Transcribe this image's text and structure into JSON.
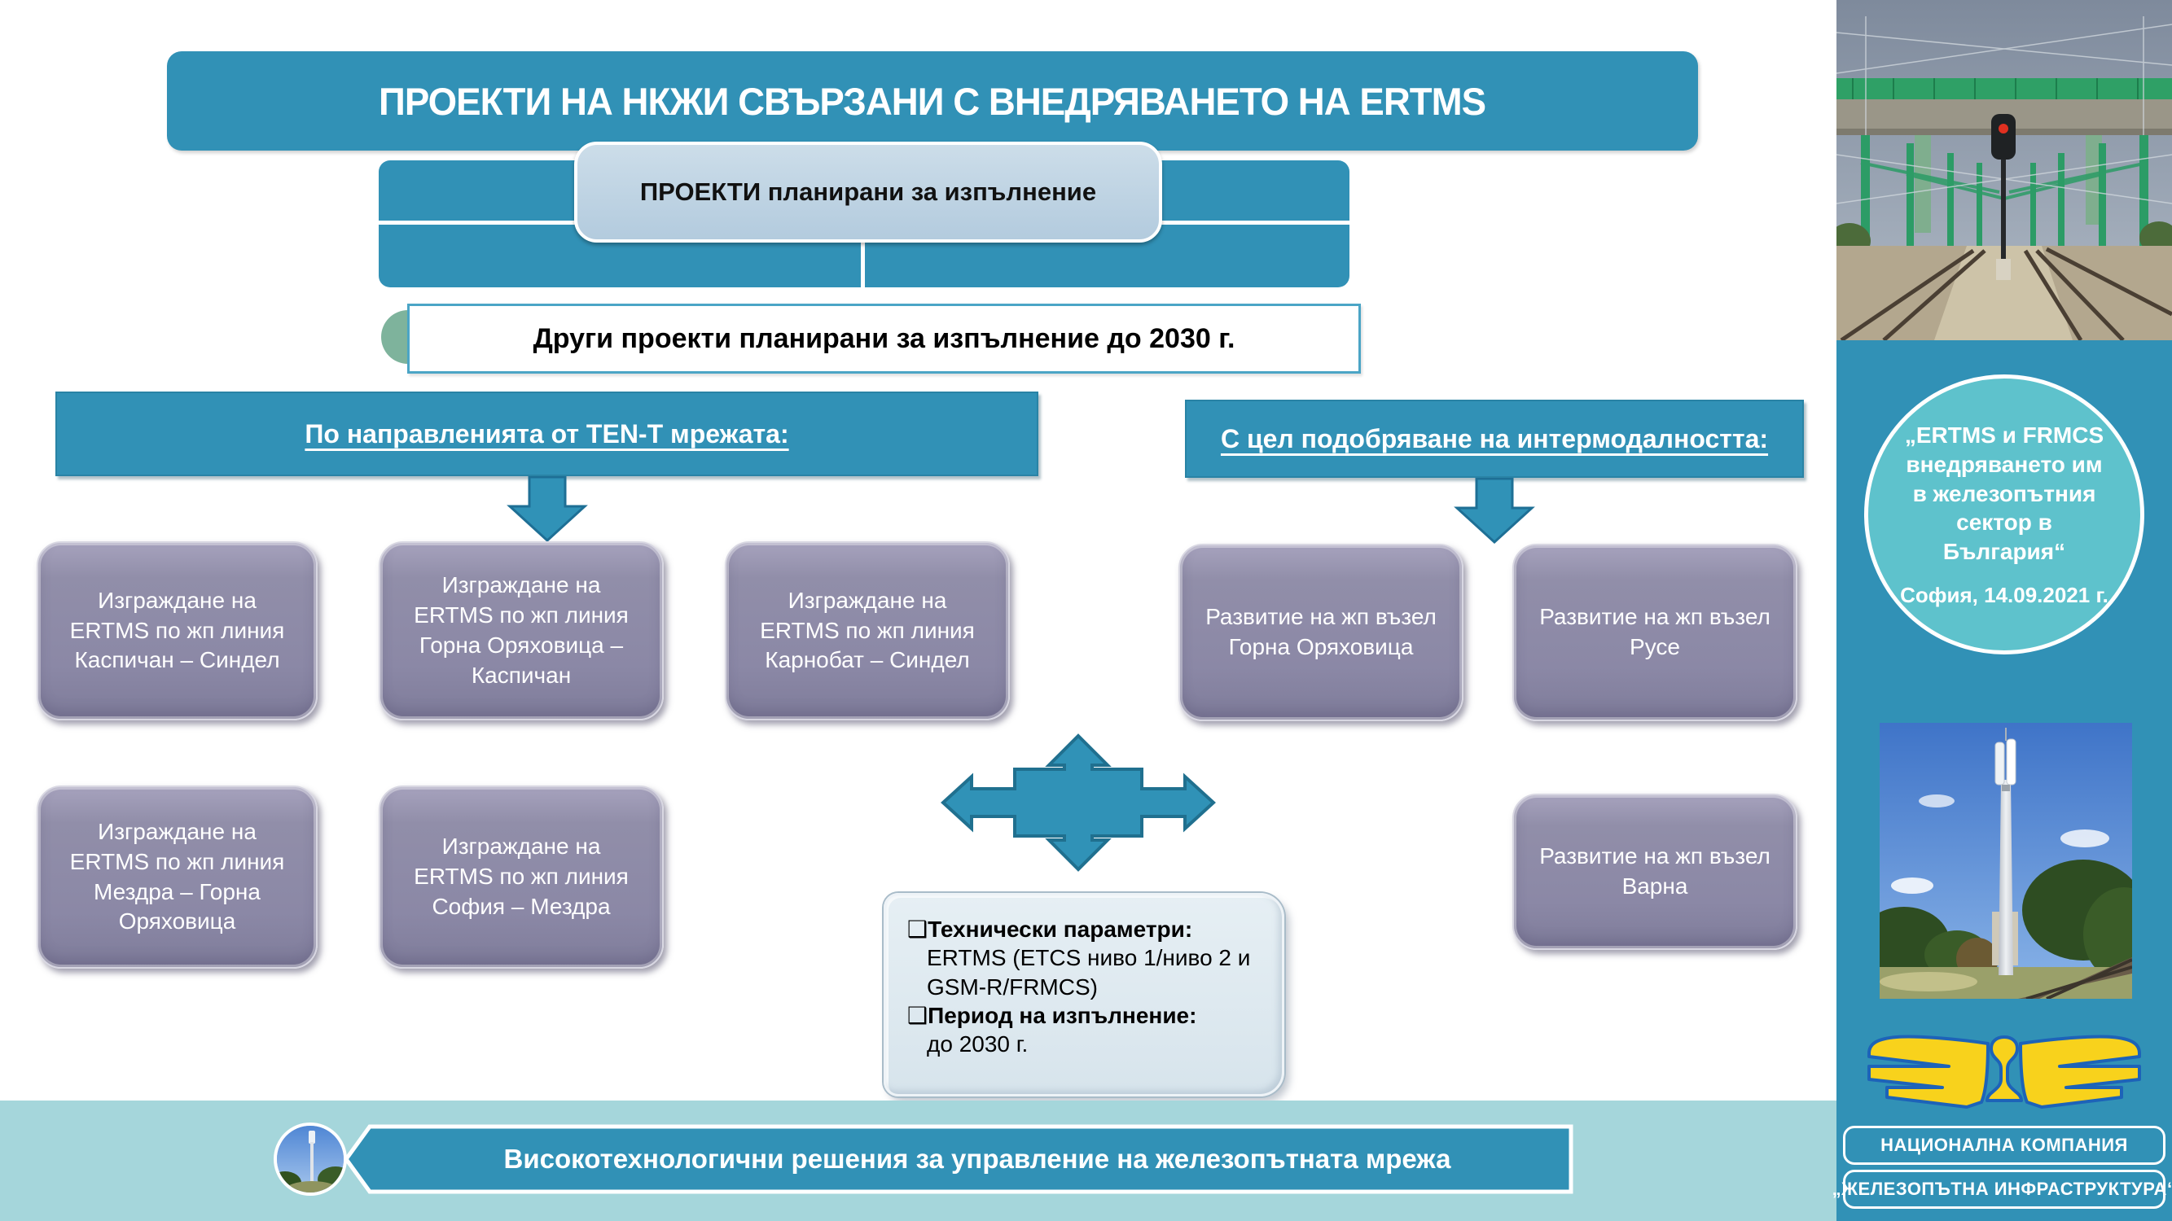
{
  "title": "ПРОЕКТИ НА НКЖИ СВЪРЗАНИ С ВНЕДРЯВАНЕТО НА ERTMS",
  "banner": {
    "label": "ПРОЕКТИ планирани за изпълнение"
  },
  "subtitle": "Други проекти планирани за изпълнение до 2030 г.",
  "sections": [
    {
      "label": "По направленията от TEN-T мрежата:",
      "projects": [
        "Изграждане на ERTMS по жп линия Каспичан – Синдел",
        "Изграждане на ERTMS по жп линия Горна Оряховица – Каспичан",
        "Изграждане на ERTMS по жп линия Карнобат – Синдел",
        "Изграждане на ERTMS по жп линия Мездра – Горна Оряховица",
        "Изграждане на ERTMS по жп линия София – Мездра"
      ]
    },
    {
      "label": "С цел подобряване на интермодалността:",
      "projects": [
        "Развитие на жп възел Горна Оряховица",
        "Развитие на жп възел Русе",
        "Развитие на жп възел Варна"
      ]
    }
  ],
  "tech_box": {
    "items": [
      {
        "bullet": "❑",
        "title": "Технически параметри:",
        "body": "ERTMS (ETCS ниво 1/ниво 2 и GSM-R/FRMCS)"
      },
      {
        "bullet": "❑",
        "title": "Период на изпълнение:",
        "body": "до 2030 г."
      }
    ]
  },
  "footer": {
    "slogan": "Високотехнологични решения за управление на железопътната мрежа"
  },
  "sidebar": {
    "conference_badge": {
      "title": "„ERTMS и FRMCS внедряването им в железопътния сектор в България“",
      "date": "София, 14.09.2021 г."
    },
    "company": {
      "line1": "НАЦИОНАЛНА КОМПАНИЯ",
      "line2": "„ЖЕЛЕЗОПЪТНА ИНФРАСТРУКТУРА“"
    }
  },
  "colors": {
    "accent_teal": "#3191b6",
    "light_strip": "#a5d6db",
    "badge_teal": "#5ec2cc",
    "box_purple": "#8d8aa8",
    "plan_box_blue": "#bdd2e2",
    "logo_yellow": "#f8d21c",
    "logo_blue": "#1d63b8"
  }
}
